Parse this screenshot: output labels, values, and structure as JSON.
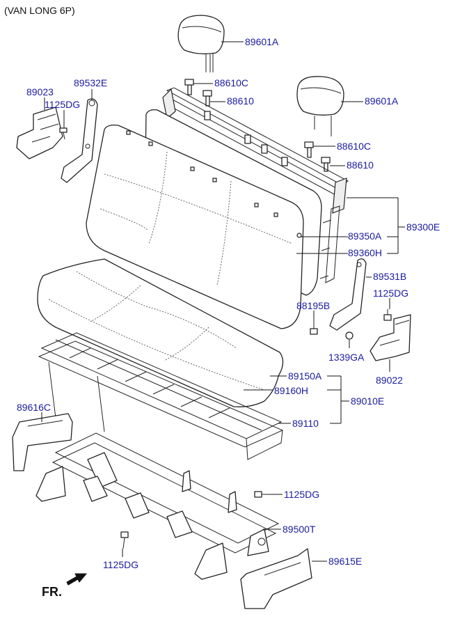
{
  "header": {
    "title": "(VAN LONG 6P)"
  },
  "labels": {
    "p89601A_top": "89601A",
    "p88610C_top": "88610C",
    "p88610_top": "88610",
    "p89023": "89023",
    "p89532E": "89532E",
    "p1125DG_top": "1125DG",
    "p89601A_right": "89601A",
    "p88610C_right": "88610C",
    "p88610_right": "88610",
    "p89350A": "89350A",
    "p89360H": "89360H",
    "p89300E": "89300E",
    "p89531B": "89531B",
    "p1125DG_right": "1125DG",
    "p88195B": "88195B",
    "p1339GA": "1339GA",
    "p89022": "89022",
    "p89150A": "89150A",
    "p89160H": "89160H",
    "p89010E": "89010E",
    "p89110": "89110",
    "p89616C": "89616C",
    "p1125DG_mid": "1125DG",
    "p89500T": "89500T",
    "p1125DG_bottom": "1125DG",
    "p89615E": "89615E"
  },
  "direction": {
    "label": "FR."
  },
  "colors": {
    "label": "#1a1aa0",
    "line": "#222222"
  }
}
